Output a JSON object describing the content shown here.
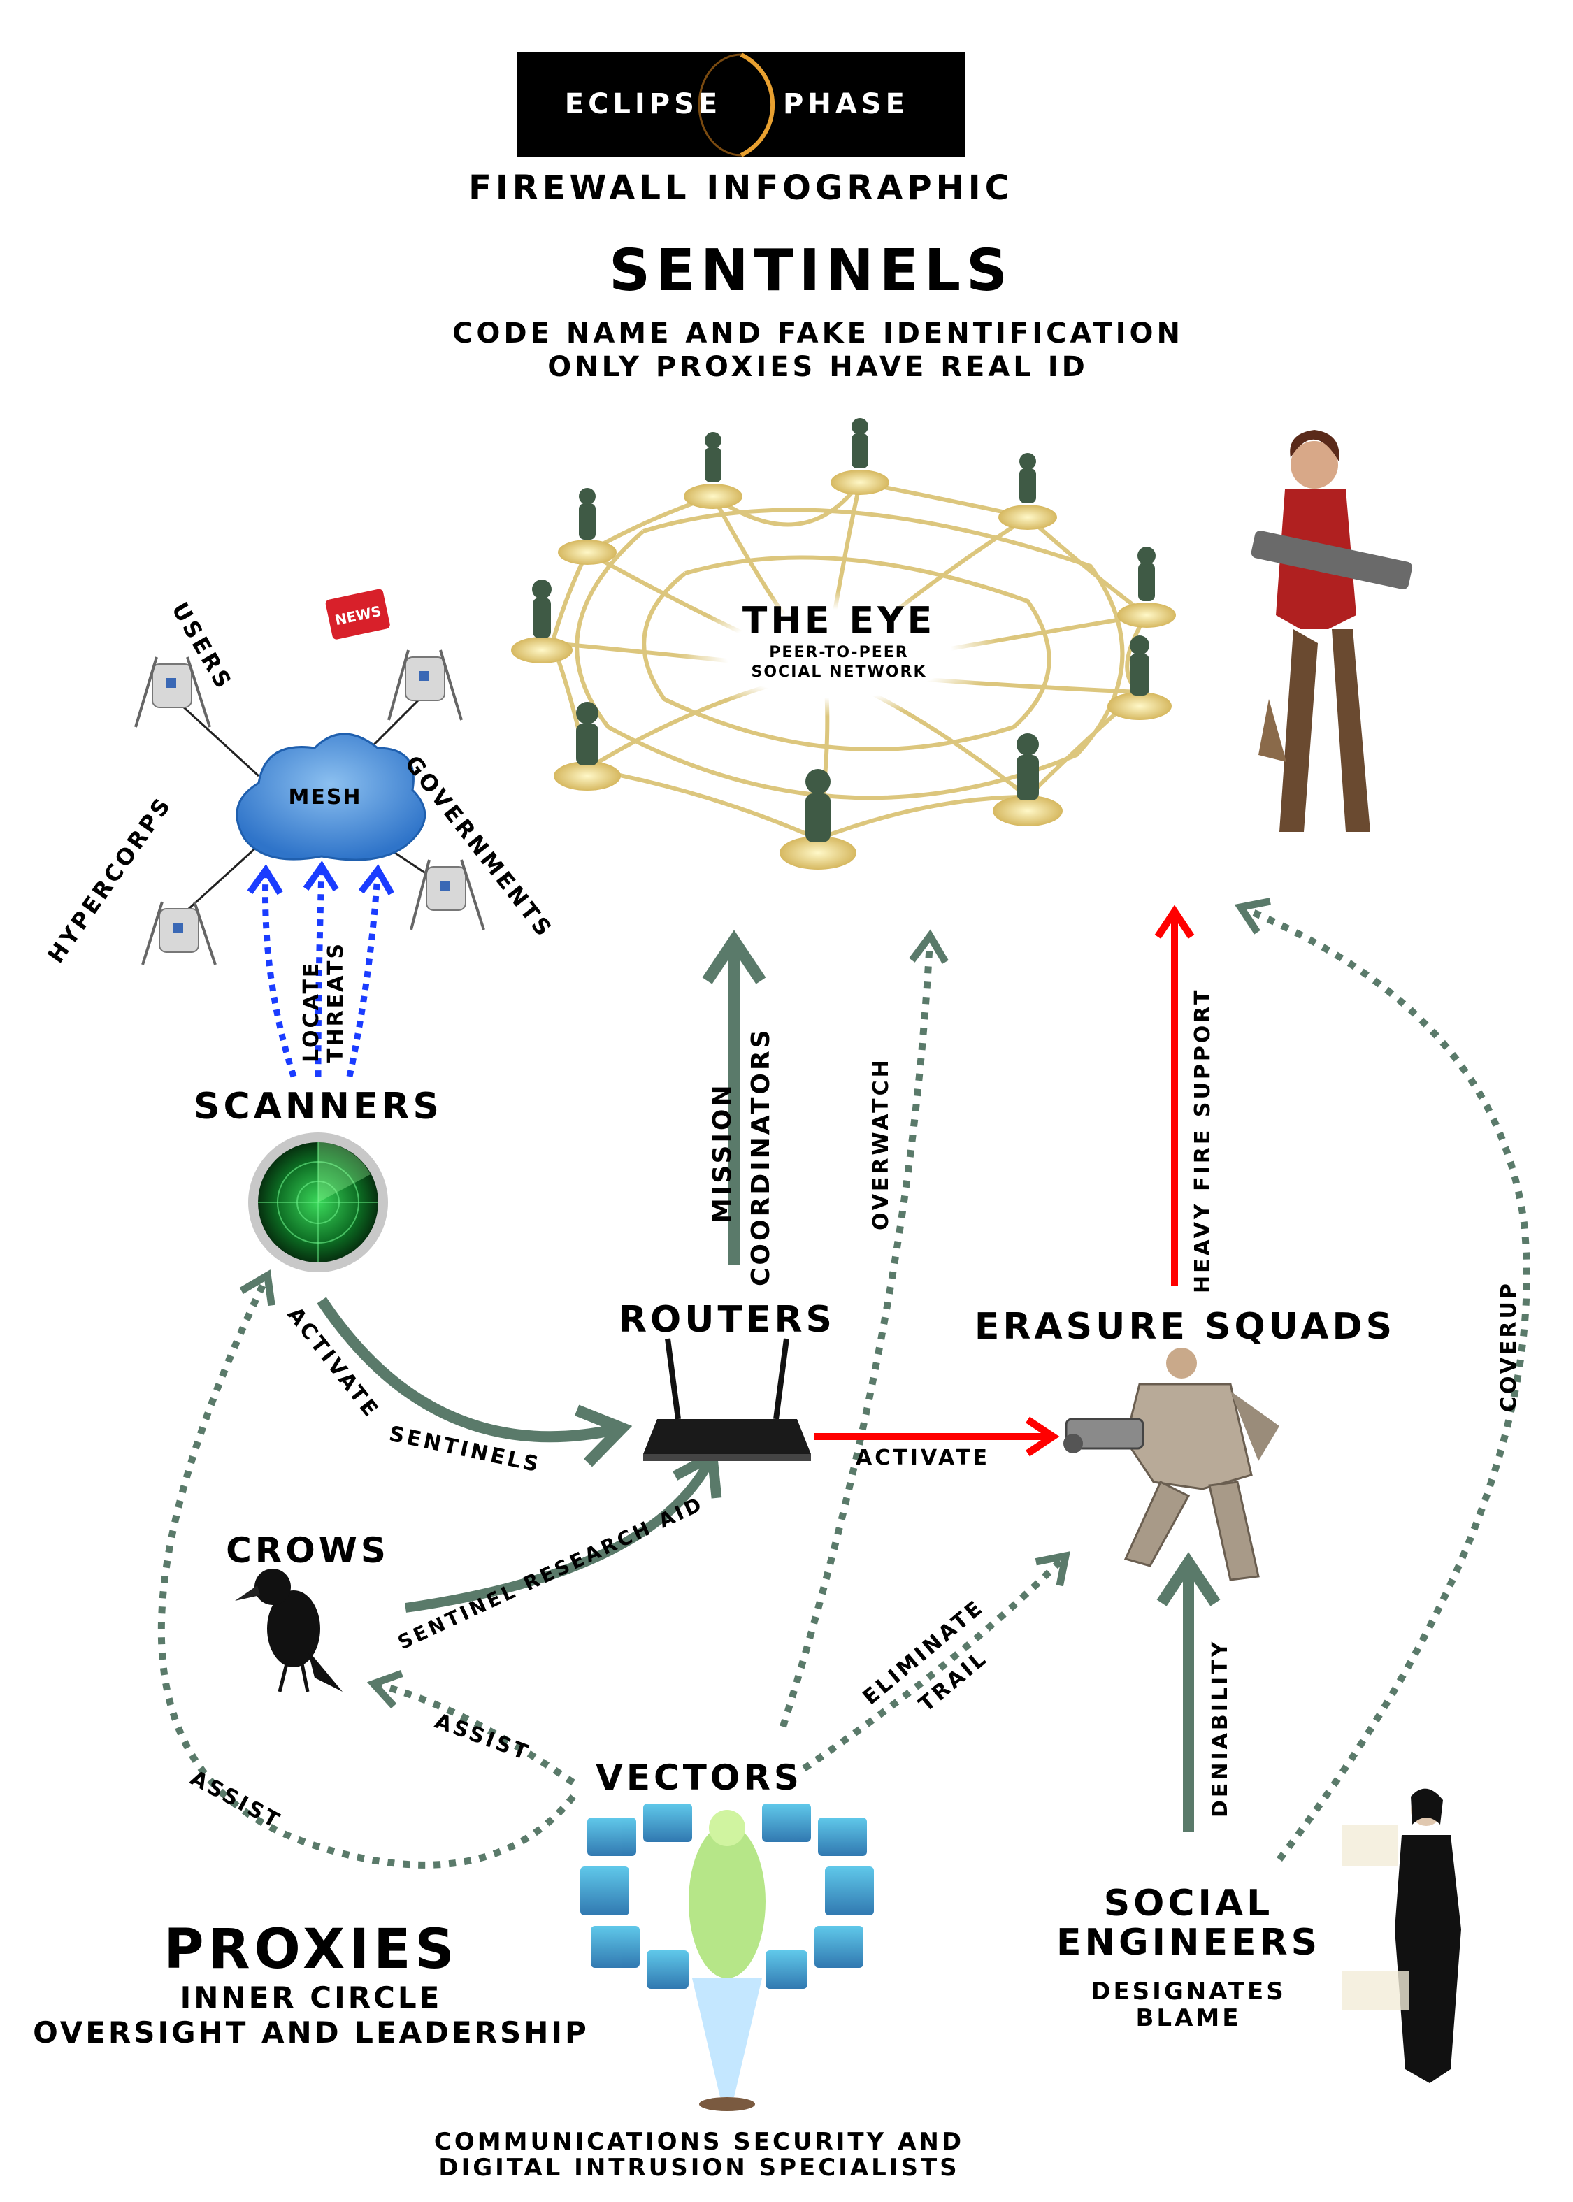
{
  "logo": {
    "left": "ECLIPSE",
    "right": "PHASE"
  },
  "header": {
    "subtitle": "FIREWALL INFOGRAPHIC",
    "title": "SENTINELS",
    "line1": "CODE NAME AND FAKE IDENTIFICATION",
    "line2": "ONLY PROXIES HAVE REAL ID"
  },
  "network": {
    "title": "THE EYE",
    "line1": "PEER-TO-PEER",
    "line2": "SOCIAL NETWORK"
  },
  "mesh": {
    "label": "MESH",
    "nodes": {
      "users": "USERS",
      "governments": "GOVERNMENTS",
      "hypercorps": "HYPERCORPS"
    },
    "news_icon": "NEWS"
  },
  "nodes": {
    "scanners": "SCANNERS",
    "routers": "ROUTERS",
    "erasure": "ERASURE SQUADS",
    "crows": "CROWS",
    "vectors": "VECTORS",
    "social_line1": "SOCIAL",
    "social_line2": "ENGINEERS",
    "social_sub1": "DESIGNATES",
    "social_sub2": "BLAME"
  },
  "arrows": {
    "locate": "LOCATE",
    "threats": "THREATS",
    "mission": "MISSION",
    "coordinators": "COORDINATORS",
    "overwatch": "OVERWATCH",
    "heavy_fire": "HEAVY FIRE SUPPORT",
    "coverup": "COVERUP",
    "activate_sentinels_1": "ACTIVATE",
    "activate_sentinels_2": "SENTINELS",
    "activate": "ACTIVATE",
    "sentinel_research": "SENTINEL RESEARCH AID",
    "eliminate": "ELIMINATE",
    "trail": "TRAIL",
    "assist_crows": "ASSIST",
    "assist_scanners": "ASSIST",
    "deniability": "DENIABILITY"
  },
  "proxies": {
    "title": "PROXIES",
    "line1": "INNER CIRCLE",
    "line2": "OVERSIGHT AND LEADERSHIP"
  },
  "footer": {
    "line1": "COMMUNICATIONS SECURITY AND",
    "line2": "DIGITAL INTRUSION SPECIALISTS"
  },
  "colors": {
    "green_arrow": "#5a7a6a",
    "red_arrow": "#ff0000",
    "blue_arrow": "#1a3cff",
    "mesh_cloud": "#4a90d9",
    "network_gold": "#d9c070",
    "figure_green": "#3f5a45"
  }
}
